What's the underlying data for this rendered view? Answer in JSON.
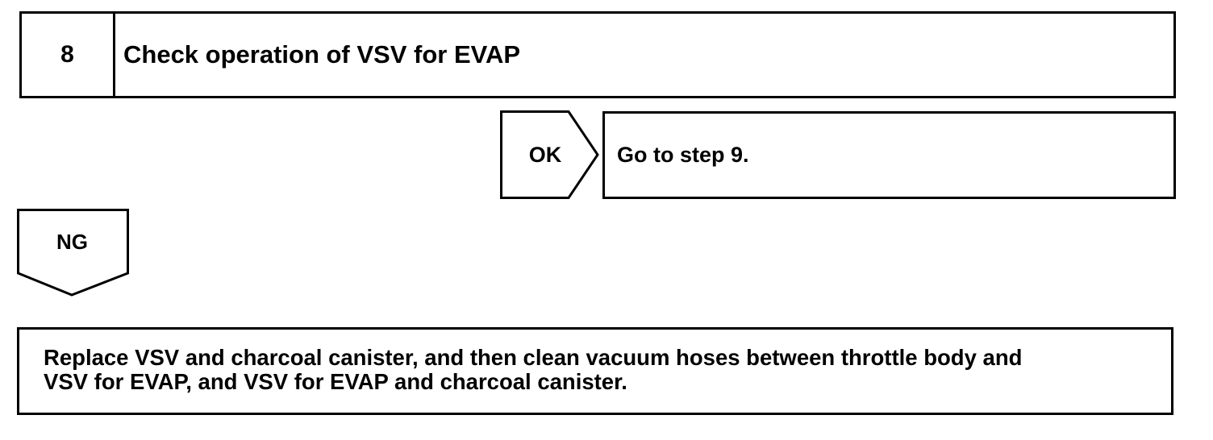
{
  "step": {
    "number": "8",
    "title": "Check operation of VSV for EVAP"
  },
  "ok_branch": {
    "label": "OK",
    "result": "Go to step 9."
  },
  "ng_branch": {
    "label": "NG"
  },
  "action": {
    "lines": [
      "Replace VSV and charcoal canister, and then clean vacuum hoses between throttle body and",
      "VSV for EVAP, and VSV for EVAP and charcoal canister."
    ]
  }
}
